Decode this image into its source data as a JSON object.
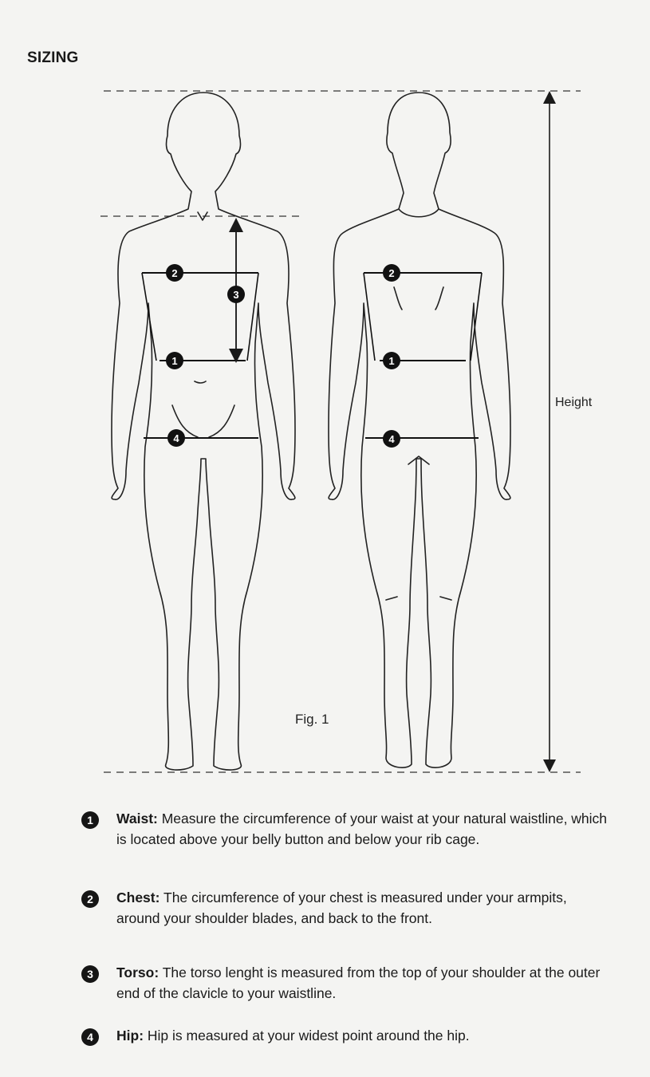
{
  "title": "SIZING",
  "figure": {
    "caption": "Fig. 1",
    "height_label": "Height",
    "markers": {
      "waist": "1",
      "chest": "2",
      "torso": "3",
      "hip": "4"
    }
  },
  "legend": [
    {
      "num": "1",
      "term": "Waist:",
      "text": "Measure the circumference of your waist at your natural waistline, which is located above your belly button and below your rib cage."
    },
    {
      "num": "2",
      "term": "Chest:",
      "text": "The circumference of your chest is measured under your armpits, around your shoulder blades, and back to the front."
    },
    {
      "num": "3",
      "term": "Torso:",
      "text": "The torso lenght is measured from the top of your shoulder at the outer end of the clavicle to your waistline."
    },
    {
      "num": "4",
      "term": "Hip:",
      "text": "Hip is measured at your widest point around the hip."
    }
  ]
}
